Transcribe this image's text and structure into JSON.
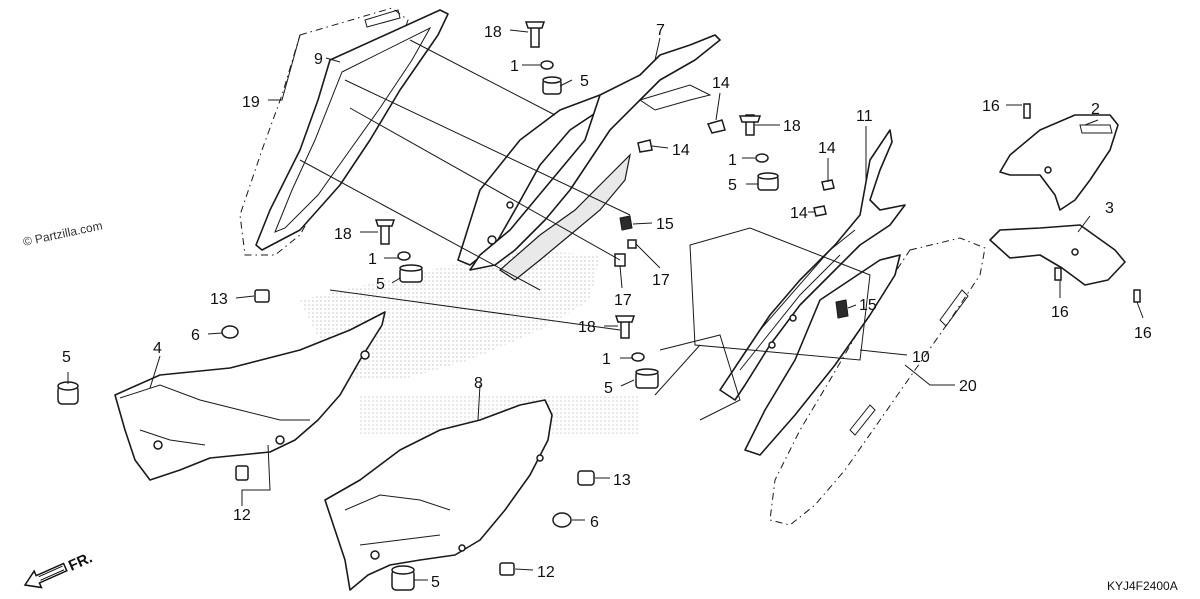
{
  "watermark": "© Partzilla.com",
  "diagram_code": "KYJ4F2400A",
  "direction_label": "FR.",
  "callouts": {
    "c19": "19",
    "c9": "9",
    "c18a": "18",
    "c1a": "1",
    "c5a": "5",
    "c7": "7",
    "c14a": "14",
    "c14b": "14",
    "c18b": "18",
    "c1b": "1",
    "c5b": "5",
    "c11": "11",
    "c14c": "14",
    "c14d": "14",
    "c2": "2",
    "c16a": "16",
    "c3": "3",
    "c16b": "16",
    "c16c": "16",
    "c15a": "15",
    "c17a": "17",
    "c17b": "17",
    "c18c": "18",
    "c1c": "1",
    "c5c": "5",
    "c13a": "13",
    "c6a": "6",
    "c5d": "5",
    "c4": "4",
    "c12a": "12",
    "c18d": "18",
    "c1d": "1",
    "c5e": "5",
    "c15b": "15",
    "c10": "10",
    "c20": "20",
    "c8": "8",
    "c13b": "13",
    "c6b": "6",
    "c12b": "12",
    "c5f": "5"
  }
}
